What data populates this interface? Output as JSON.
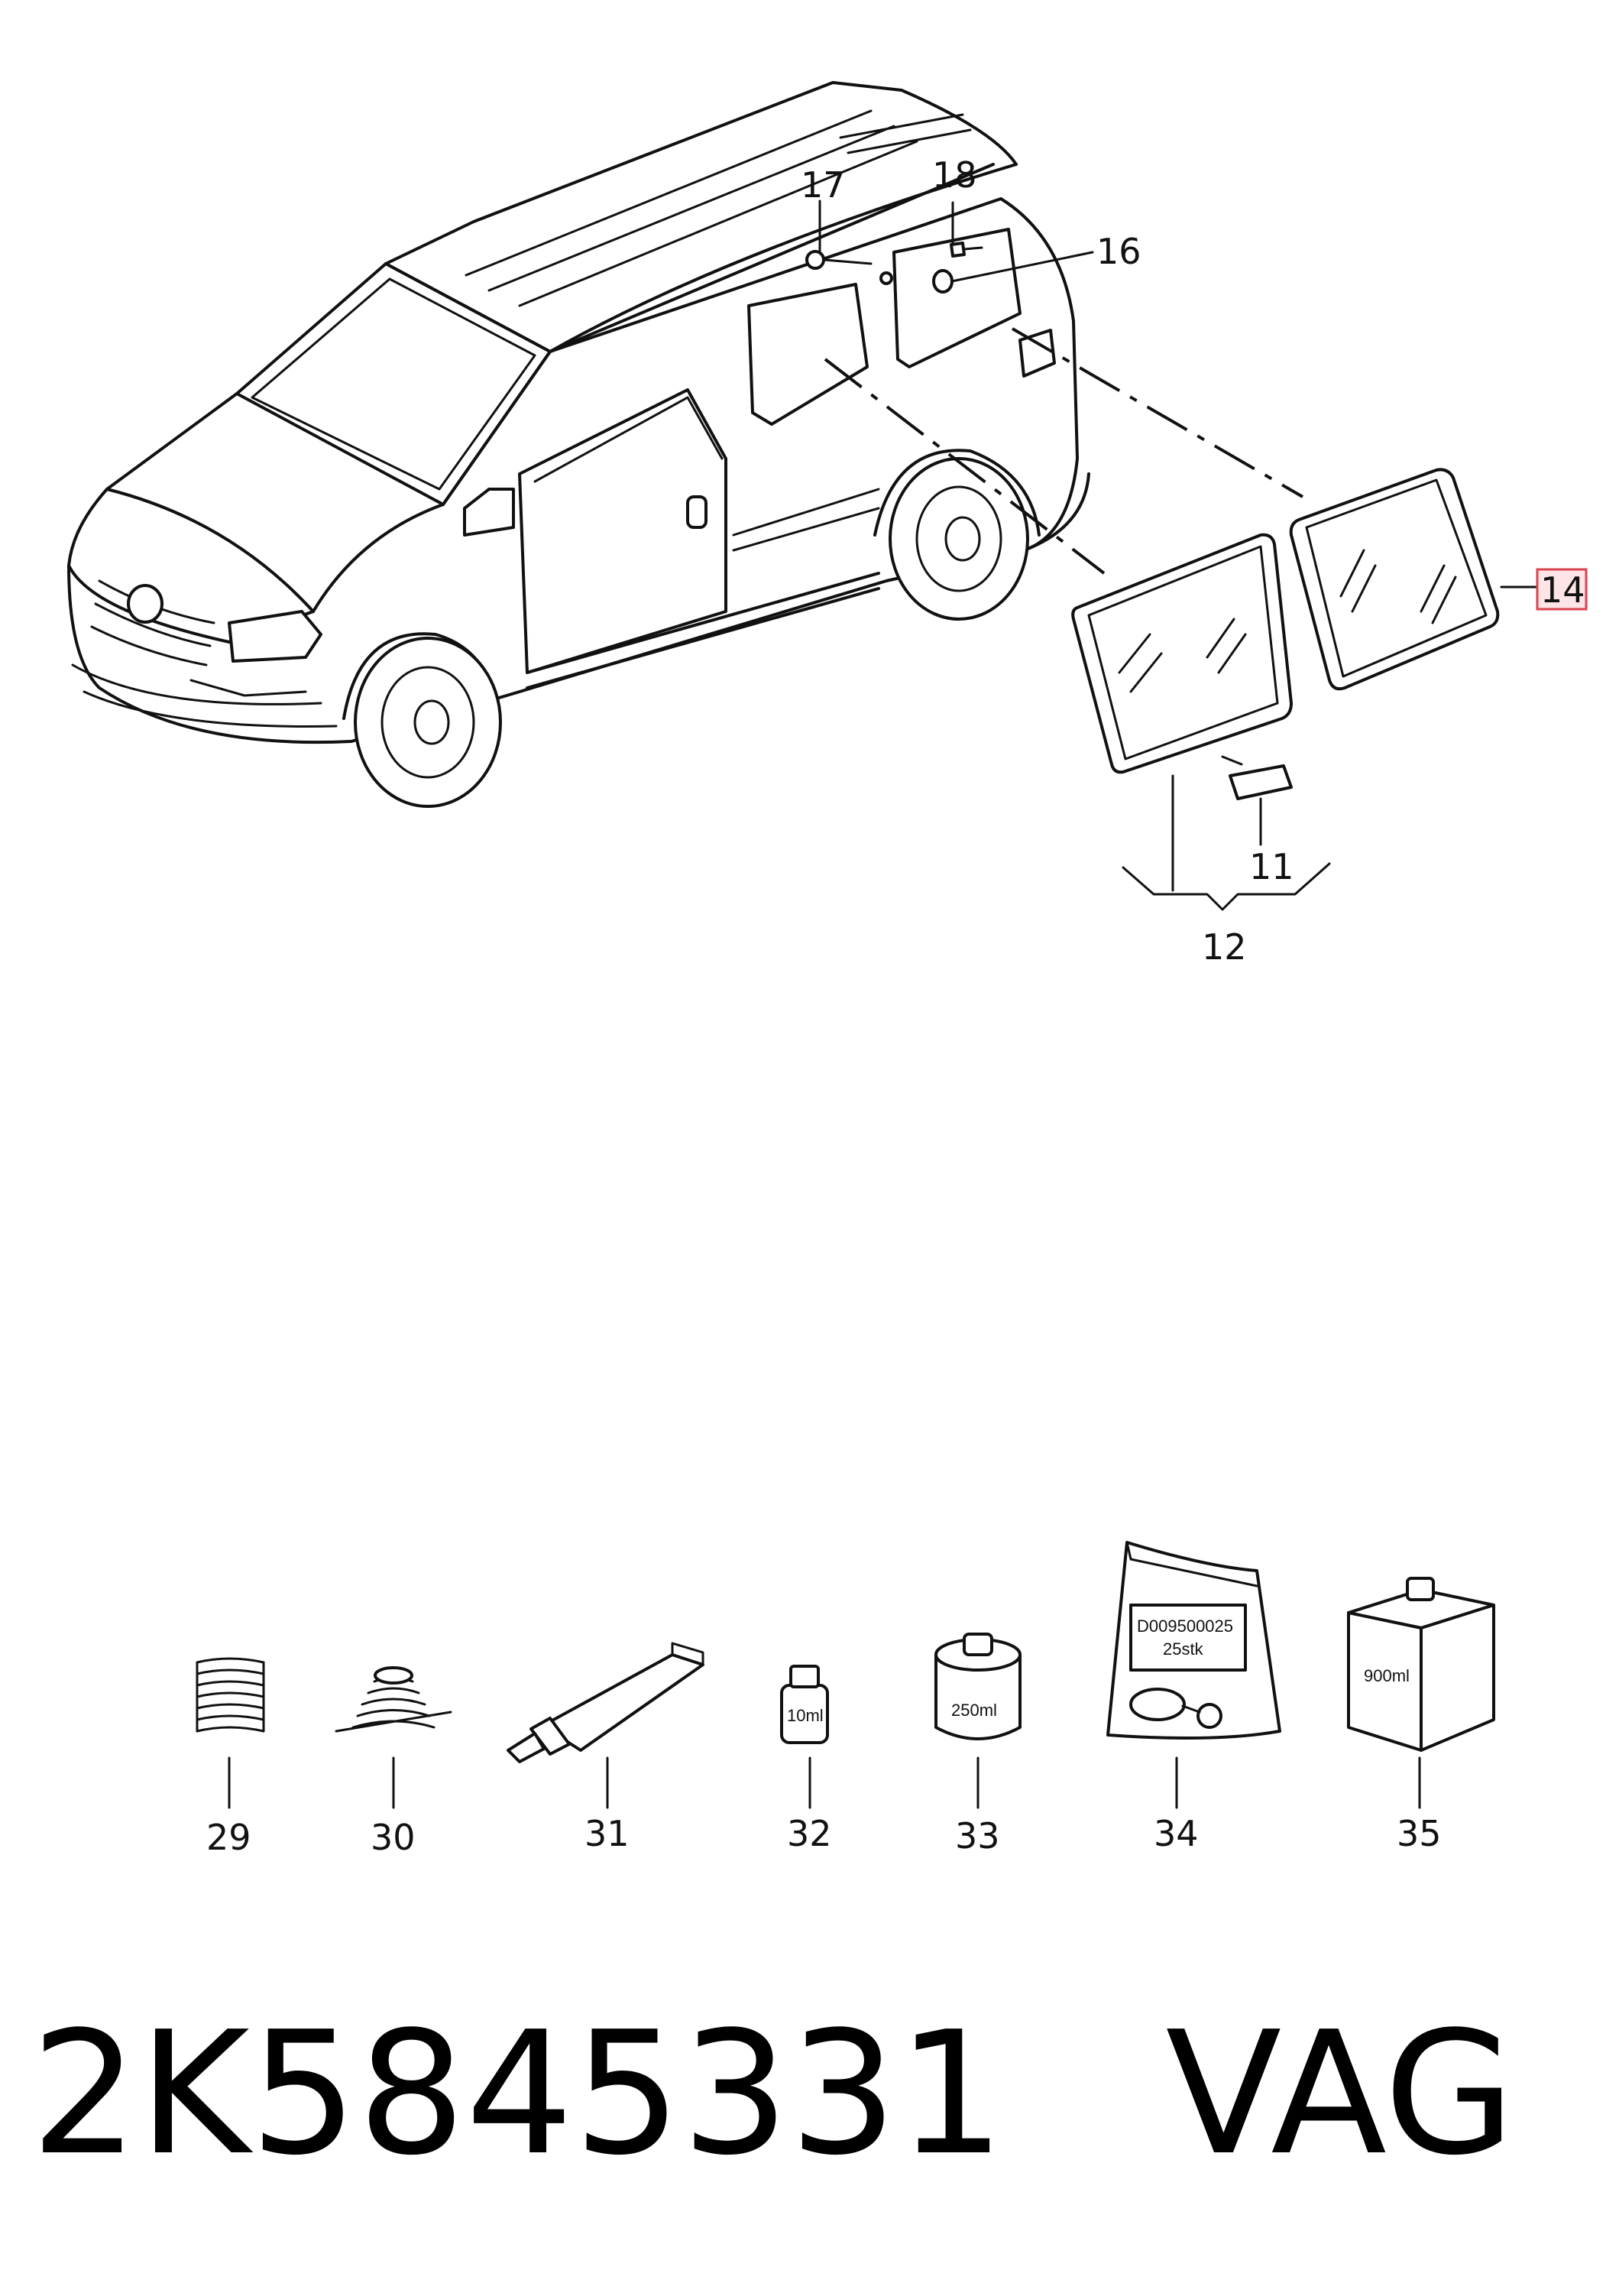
{
  "callouts": {
    "c11": "11",
    "c12": "12",
    "c14": "14",
    "c16": "16",
    "c17": "17",
    "c18": "18",
    "c29": "29",
    "c30": "30",
    "c31": "31",
    "c32": "32",
    "c33": "33",
    "c34": "34",
    "c35": "35"
  },
  "highlighted_callout": "14",
  "product_labels": {
    "bottle_small": "10ml",
    "can": "250ml",
    "bag_code": "D009500025",
    "bag_qty": "25stk",
    "box": "900ml"
  },
  "footer": {
    "part_number": "2K5845331",
    "brand": "VAG"
  },
  "colors": {
    "highlight_fill": "#fde4e6",
    "highlight_border": "#d9434f"
  }
}
